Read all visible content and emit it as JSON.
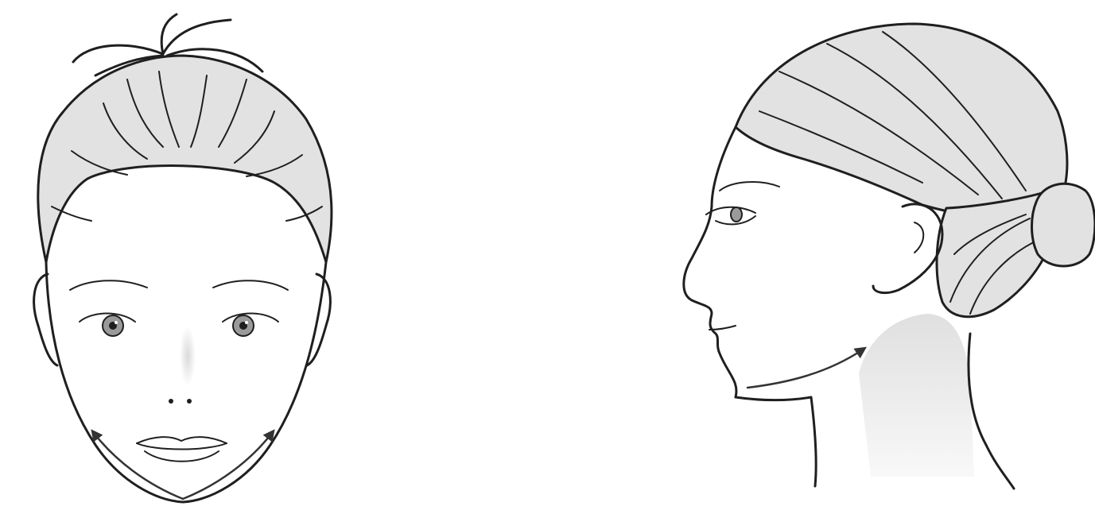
{
  "figure": {
    "views": [
      {
        "name": "front-view",
        "gesture_arrows": 2
      },
      {
        "name": "side-view",
        "gesture_arrows": 1
      }
    ],
    "colors": {
      "line": "#1f1f1f",
      "hair_shade": "#e2e2e2",
      "skin_shade": "#dcdcdc",
      "arrow": "#333333",
      "background": "#ffffff"
    }
  }
}
